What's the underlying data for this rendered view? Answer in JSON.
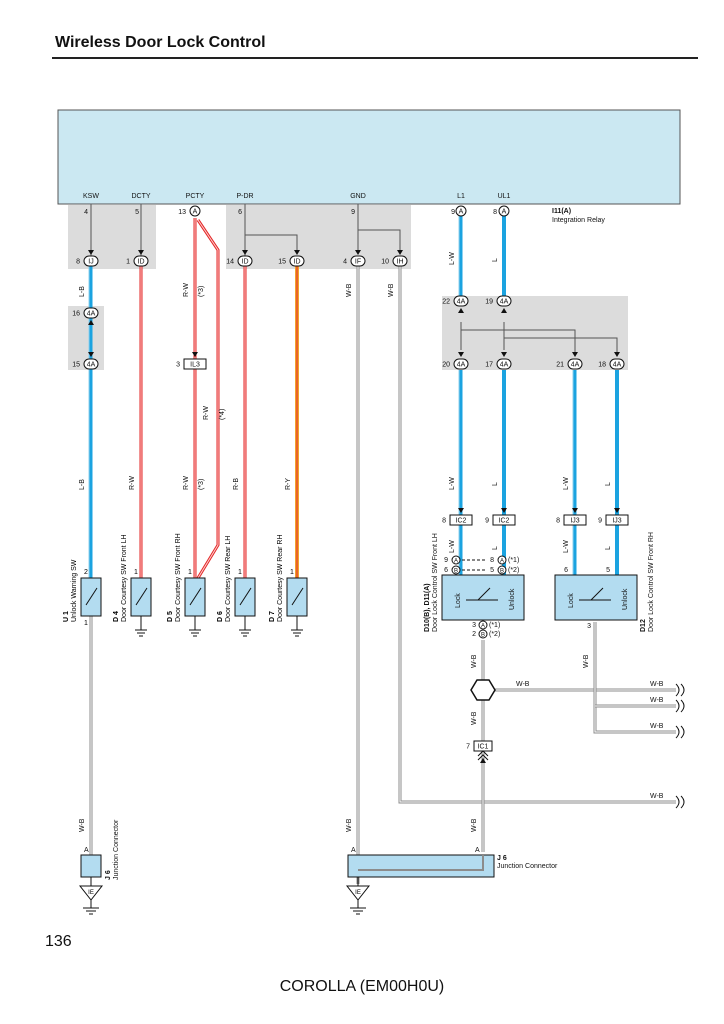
{
  "page": {
    "title": "Wireless Door Lock Control",
    "page_number": "136",
    "model": "COROLLA (EM00H0U)"
  },
  "relay": {
    "code": "I11(A)",
    "name": "Integration Relay",
    "terminals": [
      "KSW",
      "DCTY",
      "PCTY",
      "P-DR",
      "GND",
      "L1",
      "UL1"
    ],
    "pins": [
      "4",
      "5",
      "13",
      "6",
      "9",
      "9",
      "8"
    ]
  },
  "connectors": {
    "c_ksw_top": {
      "pin": "8",
      "id": "IJ"
    },
    "c_dcty_top": {
      "pin": "1",
      "id": "ID"
    },
    "c_pdr_top": {
      "pin": "14",
      "id": "ID"
    },
    "c_pdr2_top": {
      "pin": "15",
      "id": "ID"
    },
    "c_gnd1": {
      "pin": "4",
      "id": "IF"
    },
    "c_gnd2": {
      "pin": "10",
      "id": "IH"
    },
    "c_pcty_ref": {
      "letter": "A"
    },
    "c_l1_ref": {
      "letter": "A"
    },
    "c_ul1_ref": {
      "letter": "A"
    },
    "c_4a_16": {
      "pin": "16",
      "id": "4A"
    },
    "c_4a_15": {
      "pin": "15",
      "id": "4A"
    },
    "c_4a_22": {
      "pin": "22",
      "id": "4A"
    },
    "c_4a_19": {
      "pin": "19",
      "id": "4A"
    },
    "c_4a_20": {
      "pin": "20",
      "id": "4A"
    },
    "c_4a_17": {
      "pin": "17",
      "id": "4A"
    },
    "c_4a_21": {
      "pin": "21",
      "id": "4A"
    },
    "c_4a_18": {
      "pin": "18",
      "id": "4A"
    },
    "c_il3": {
      "pin": "3",
      "id": "IL3"
    },
    "c_ic2_8": {
      "pin": "8",
      "id": "IC2"
    },
    "c_ic2_9": {
      "pin": "9",
      "id": "IC2"
    },
    "c_ij3_8": {
      "pin": "8",
      "id": "IJ3"
    },
    "c_ij3_9": {
      "pin": "9",
      "id": "IJ3"
    },
    "c_ic1": {
      "pin": "7",
      "id": "IC1"
    }
  },
  "wires": {
    "lb": "L-B",
    "rw": "R-W",
    "rb": "R-B",
    "ry": "R-Y",
    "wb": "W-B",
    "lw": "L-W",
    "l": "L",
    "note3": "(*3)",
    "note4": "(*4)",
    "note1": "(*1)",
    "note2": "(*2)"
  },
  "components": {
    "u1": {
      "code": "U 1",
      "name": "Unlock Warning SW",
      "pins": [
        "2",
        "1"
      ]
    },
    "d4": {
      "code": "D 4",
      "name": "Door Courtesy SW Front LH",
      "pins": [
        "1"
      ]
    },
    "d5": {
      "code": "D 5",
      "name": "Door Courtesy SW Front RH",
      "pins": [
        "1"
      ]
    },
    "d6": {
      "code": "D 6",
      "name": "Door Courtesy SW Rear LH",
      "pins": [
        "1"
      ]
    },
    "d7": {
      "code": "D 7",
      "name": "Door Courtesy SW Rear RH",
      "pins": [
        "1"
      ]
    },
    "d10": {
      "code": "D10(B), D11(A)",
      "name": "Door Lock Control SW Front LH",
      "lock": "Lock",
      "unlock": "Unlock",
      "pin_rows": [
        {
          "left": "9",
          "letter": "A",
          "right": "8",
          "right_letter": "A",
          "note": "(*1)"
        },
        {
          "left": "6",
          "letter": "B",
          "right": "5",
          "right_letter": "B",
          "note": "(*2)"
        }
      ],
      "bottom_pins": [
        {
          "pin": "3",
          "letter": "A",
          "note": "(*1)"
        },
        {
          "pin": "2",
          "letter": "B",
          "note": "(*2)"
        }
      ]
    },
    "d12": {
      "code": "D12",
      "name": "Door Lock Control SW Front RH",
      "lock": "Lock",
      "unlock": "Unlock",
      "pins": [
        "6",
        "5",
        "3"
      ]
    },
    "j6_left": {
      "code": "J 6",
      "name": "Junction Connector",
      "pin": "A"
    },
    "j6_right": {
      "code": "J 6",
      "name": "Junction Connector",
      "pin": "A",
      "pin2": "A"
    },
    "ground_left": {
      "label": "IE"
    },
    "ground_right": {
      "label": "IE"
    }
  },
  "colors": {
    "shade": "#dcdcdc",
    "relay_fill": "#cbe8f2",
    "blue": "#1ba3e0",
    "red": "#e32626",
    "orange": "#f2a32c",
    "wire_grey": "#8c8c8c",
    "conn_blue": "#b3dcf0"
  }
}
